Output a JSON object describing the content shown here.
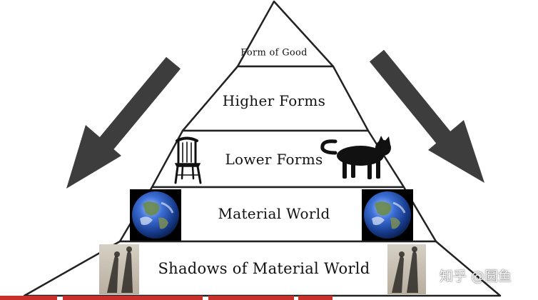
{
  "pyramid": {
    "levels": [
      {
        "label": "Form of Good"
      },
      {
        "label": "Higher Forms"
      },
      {
        "label": "Lower Forms"
      },
      {
        "label": "Material World"
      },
      {
        "label": "Shadows of Material World"
      }
    ]
  },
  "icons": {
    "left_arrow": "arrow-down-left-icon",
    "right_arrow": "arrow-down-right-icon",
    "chair": "chair-icon",
    "cat": "cat-icon",
    "earth": "earth-globe-icon",
    "shadow": "shadow-figures-icon"
  },
  "watermark": "知乎 @圆鱼",
  "colors": {
    "arrow": "#3d3d3d",
    "outline": "#222222",
    "accent_strip": "#c9302c"
  }
}
